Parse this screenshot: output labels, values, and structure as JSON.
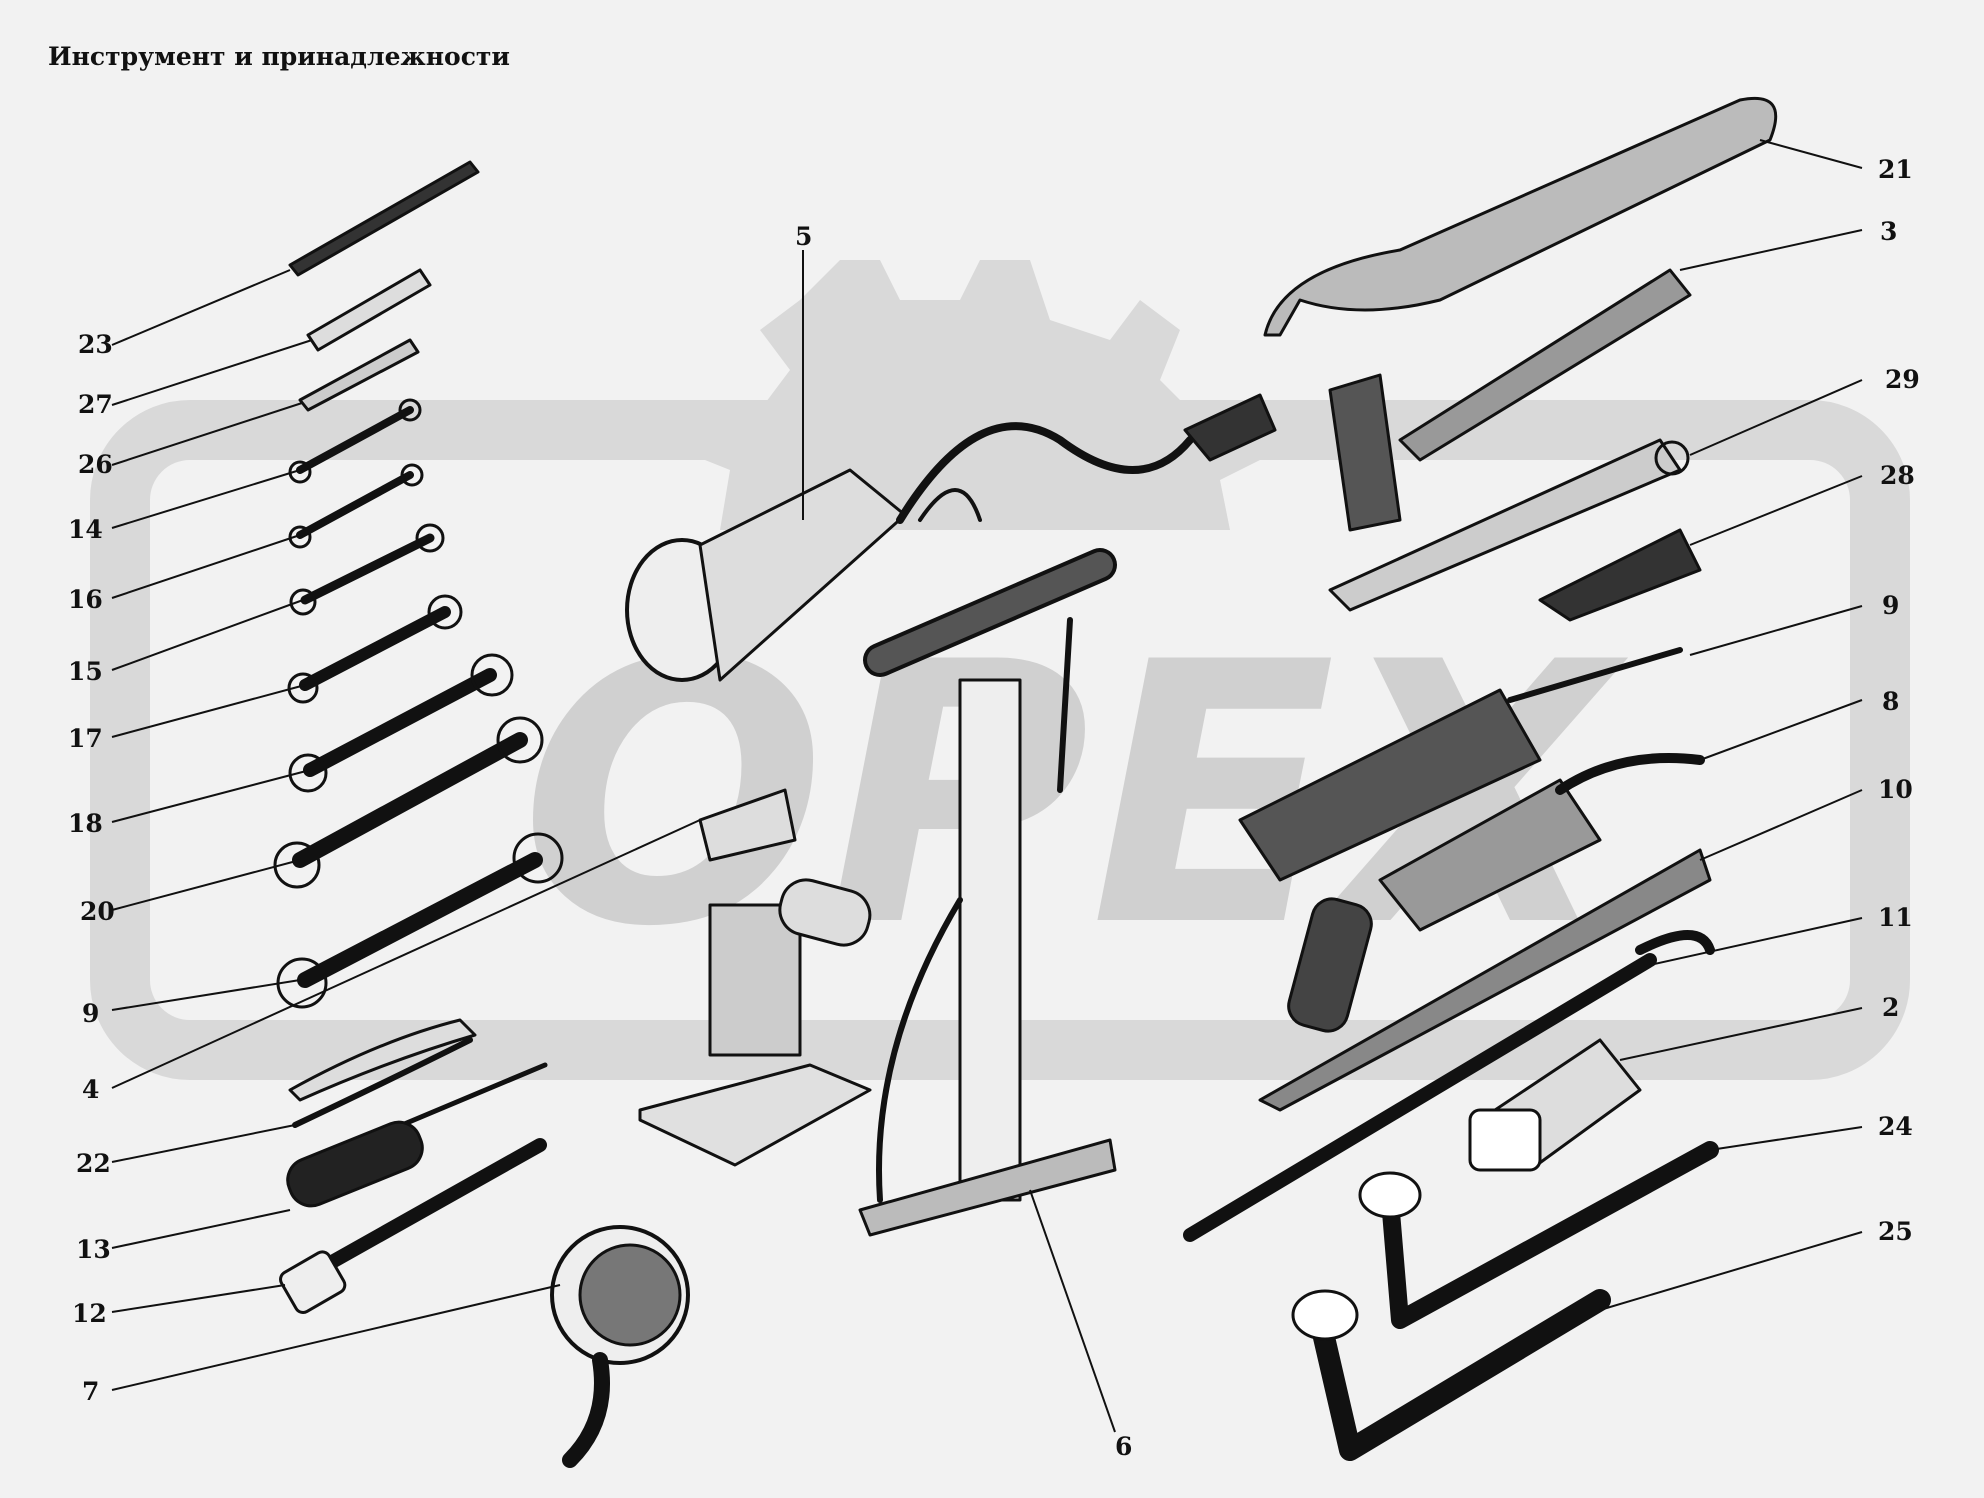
{
  "title": "Инструмент и принадлежности",
  "watermark": "OPEX",
  "colors": {
    "background": "#f2f2f2",
    "ink": "#111111",
    "watermark": "#d8d8d8"
  },
  "callouts": [
    "23",
    "27",
    "26",
    "14",
    "16",
    "15",
    "17",
    "18",
    "20",
    "9",
    "4",
    "22",
    "13",
    "12",
    "7",
    "5",
    "6",
    "21",
    "3",
    "29",
    "28",
    "9",
    "8",
    "10",
    "11",
    "2",
    "24",
    "25"
  ]
}
